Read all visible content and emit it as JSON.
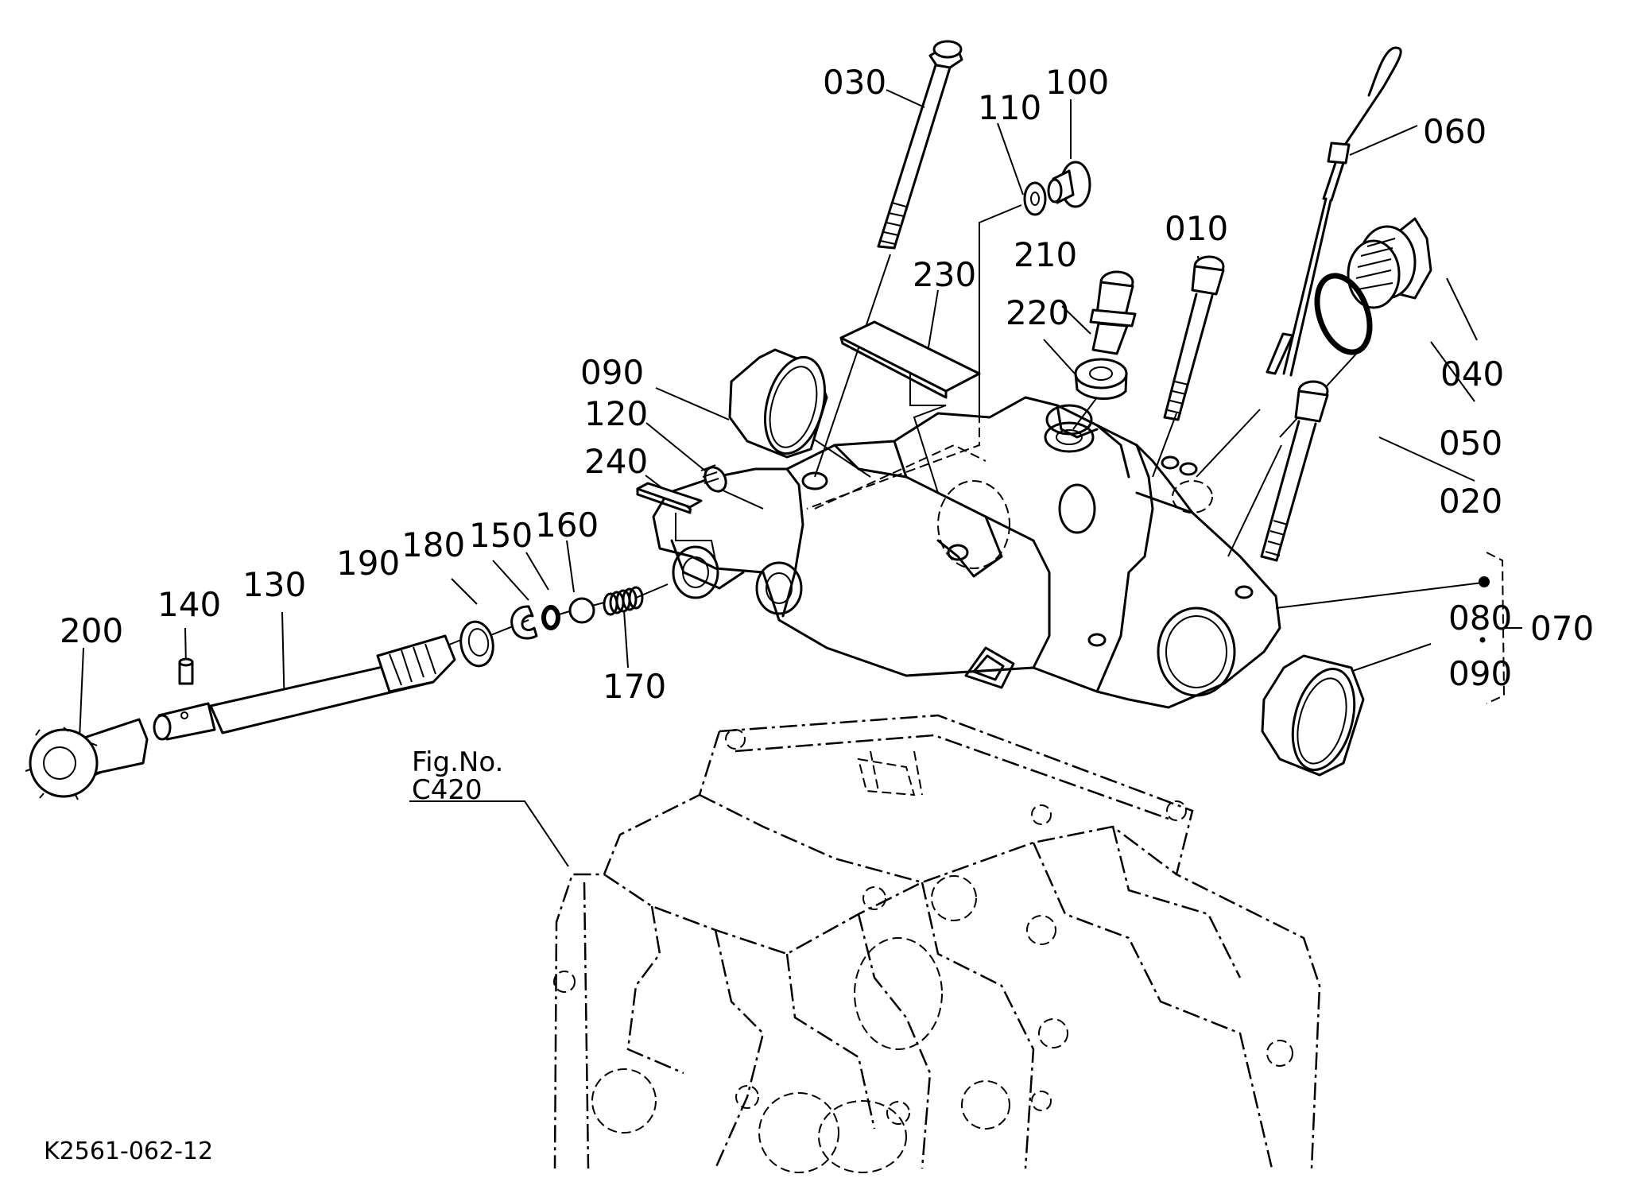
{
  "figure_id": "K2561-062-12",
  "reference": {
    "line1": "Fig.No.",
    "line2": "C420"
  },
  "group": {
    "label": "070",
    "members": [
      "080",
      "090"
    ]
  },
  "callouts": [
    {
      "id": "030",
      "part": "long-bolt"
    },
    {
      "id": "110",
      "part": "washer"
    },
    {
      "id": "100",
      "part": "plug-bolt"
    },
    {
      "id": "060",
      "part": "dipstick"
    },
    {
      "id": "010",
      "part": "bolt"
    },
    {
      "id": "210",
      "part": "pin"
    },
    {
      "id": "230",
      "part": "gasket-plate"
    },
    {
      "id": "220",
      "part": "seal"
    },
    {
      "id": "040",
      "part": "filler-plug"
    },
    {
      "id": "090",
      "part": "bushing-upper"
    },
    {
      "id": "050",
      "part": "o-ring"
    },
    {
      "id": "120",
      "part": "plug"
    },
    {
      "id": "240",
      "part": "plate"
    },
    {
      "id": "020",
      "part": "bolt"
    },
    {
      "id": "160",
      "part": "ball"
    },
    {
      "id": "180",
      "part": "circlip"
    },
    {
      "id": "150",
      "part": "o-ring-small"
    },
    {
      "id": "190",
      "part": "washer-ring"
    },
    {
      "id": "130",
      "part": "shaft"
    },
    {
      "id": "140",
      "part": "spring-pin"
    },
    {
      "id": "200",
      "part": "knob"
    },
    {
      "id": "170",
      "part": "spring"
    },
    {
      "id": "080",
      "part": "housing-case"
    },
    {
      "id": "090b",
      "part": "bushing-lower",
      "display": "090"
    }
  ],
  "labels": {
    "l030": "030",
    "l110": "110",
    "l100": "100",
    "l060": "060",
    "l010": "010",
    "l210": "210",
    "l230": "230",
    "l220": "220",
    "l040": "040",
    "l090": "090",
    "l050": "050",
    "l120": "120",
    "l240": "240",
    "l020": "020",
    "l160": "160",
    "l180": "180",
    "l150": "150",
    "l190": "190",
    "l130": "130",
    "l140": "140",
    "l200": "200",
    "l170": "170",
    "l080": "080",
    "l090b": "090",
    "l070": "070"
  }
}
